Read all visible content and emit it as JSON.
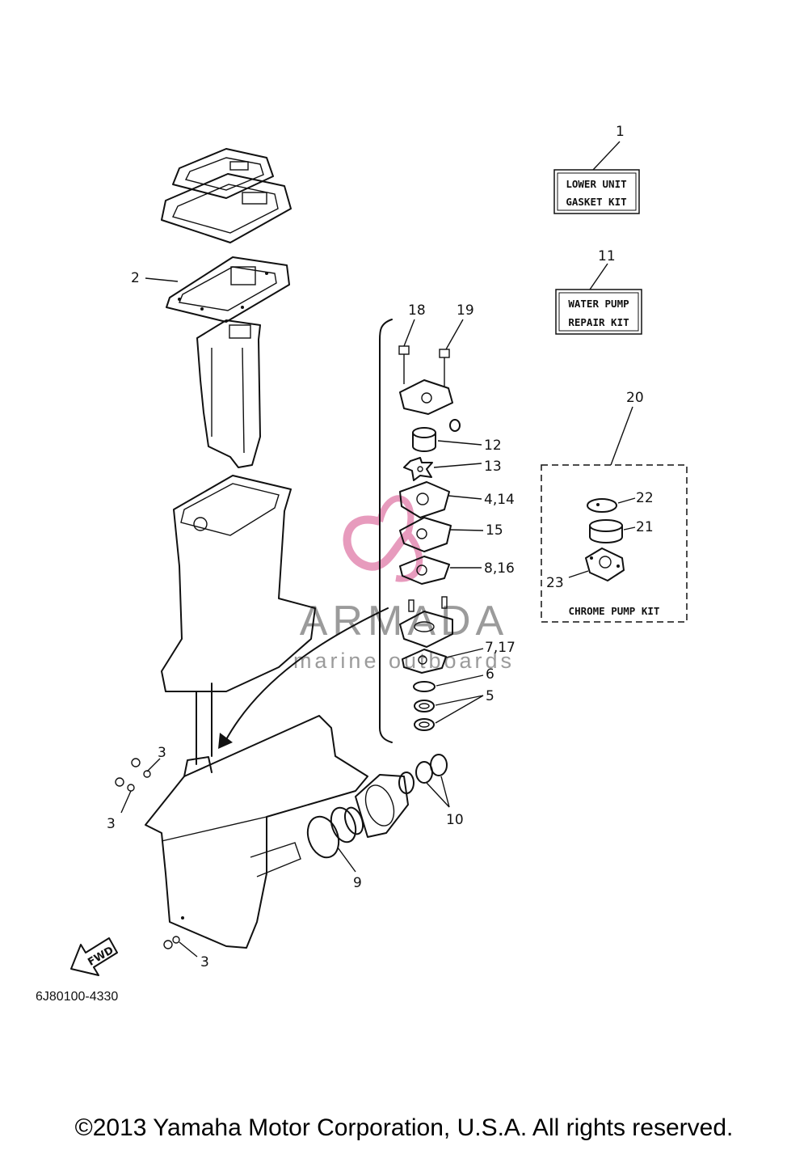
{
  "kits": {
    "lower_unit": {
      "number": "1",
      "line1": "LOWER UNIT",
      "line2": "GASKET KIT"
    },
    "water_pump": {
      "number": "11",
      "line1": "WATER PUMP",
      "line2": "REPAIR KIT"
    },
    "chrome_pump": {
      "number": "20",
      "label": "CHROME PUMP KIT"
    }
  },
  "callouts": {
    "c2": "2",
    "c3a": "3",
    "c3b": "3",
    "c3c": "3",
    "c18": "18",
    "c19": "19",
    "c12": "12",
    "c13": "13",
    "c4_14": "4,14",
    "c15": "15",
    "c8_16": "8,16",
    "c7_17": "7,17",
    "c6": "6",
    "c5": "5",
    "c10": "10",
    "c9": "9",
    "c22": "22",
    "c21": "21",
    "c23": "23"
  },
  "fwd_label": "FWD",
  "diagram_code": "6J80100-4330",
  "watermark": {
    "title": "ARMADA",
    "subtitle": "marine outboards",
    "color": "#e07aa8"
  },
  "copyright": "©2013 Yamaha Motor Corporation, U.S.A. All rights reserved."
}
